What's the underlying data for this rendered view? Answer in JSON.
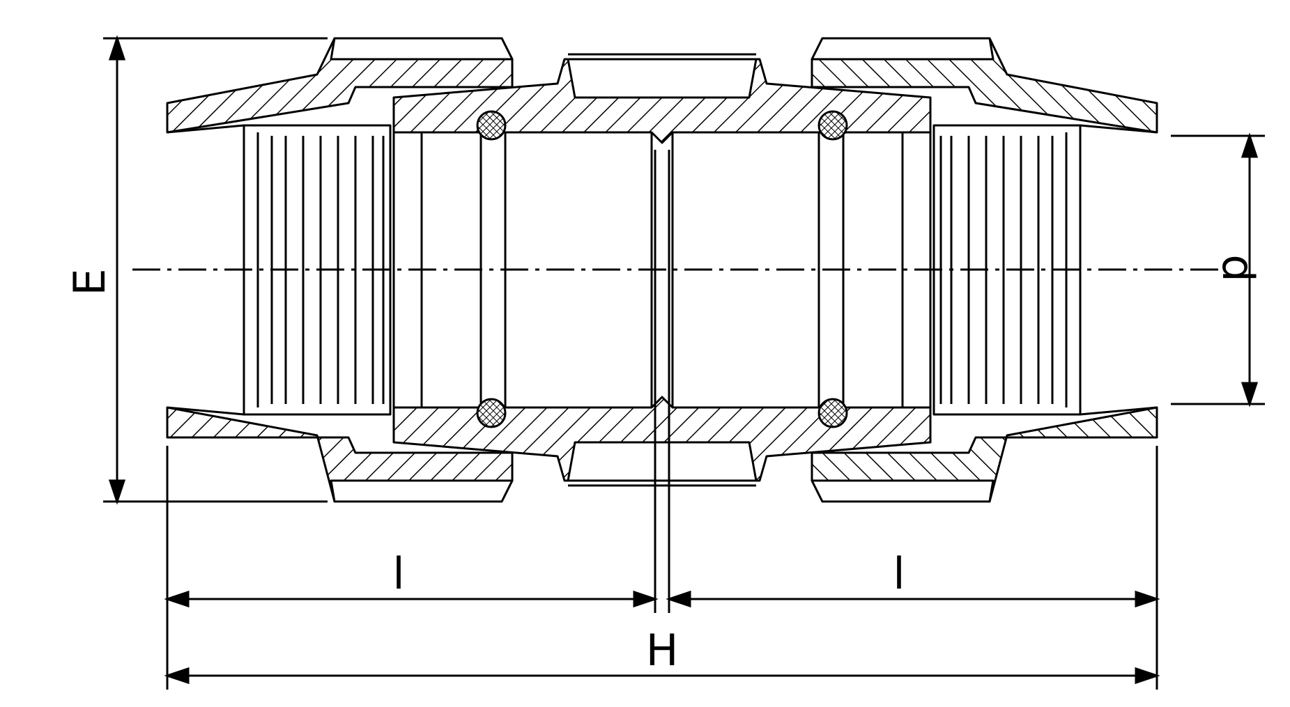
{
  "drawing": {
    "dimensions": {
      "outer_diameter": "E",
      "pipe_diameter": "d",
      "insertion_length_left": "l",
      "insertion_length_right": "l",
      "total_length": "H"
    }
  }
}
